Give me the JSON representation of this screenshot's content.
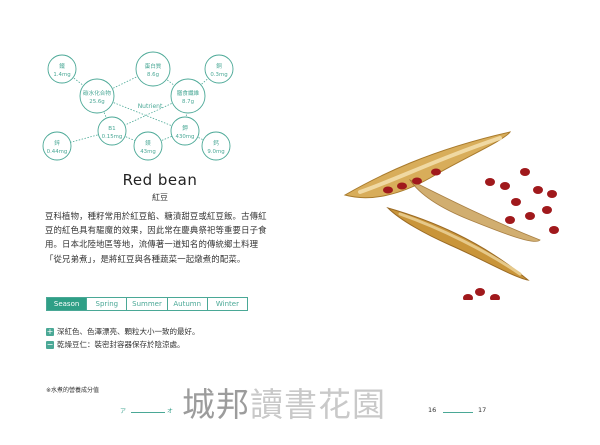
{
  "nutrients": {
    "center_label": "Nutrient",
    "items": [
      {
        "name": "鐵",
        "value": "1.4mg"
      },
      {
        "name": "蛋白質",
        "value": "8.6g"
      },
      {
        "name": "銅",
        "value": "0.3mg"
      },
      {
        "name": "碳水化合物",
        "value": "25.6g"
      },
      {
        "name": "膳食纖維",
        "value": "8.7g"
      },
      {
        "name": "B1",
        "value": "0.15mg"
      },
      {
        "name": "鉀",
        "value": "430mg"
      },
      {
        "name": "鋅",
        "value": "0.44mg"
      },
      {
        "name": "鎂",
        "value": "43mg"
      },
      {
        "name": "鈣",
        "value": "9.0mg"
      }
    ]
  },
  "title": "Red bean",
  "subtitle": "紅豆",
  "body": "豆科植物，種籽常用於紅豆餡、糖漬甜豆或紅豆飯。古傳紅豆的紅色具有驅魔的效果，因此常在慶典祭祀等重要日子食用。日本北陸地區等地，流傳著一道知名的傳統鄉土料理「從兄弟煮」，是將紅豆與各種蔬菜一起燉煮的配菜。",
  "seasons": {
    "tabs": [
      "Season",
      "Spring",
      "Summer",
      "Autumn",
      "Winter"
    ],
    "active": "Season"
  },
  "tips": [
    {
      "mark": "+",
      "text": "深紅色、色澤漂亮、顆粒大小一致的最好。"
    },
    {
      "mark": "−",
      "text": "乾燥豆仁：裝密封容器保存於陰涼處。"
    }
  ],
  "footnote": "※水煮的營養成分值",
  "footer": {
    "index_left": "ア",
    "index_right": "オ",
    "page_left": "16",
    "page_right": "17"
  },
  "watermark": {
    "part1": "城邦",
    "part2": "讀書花園"
  },
  "colors": {
    "accent": "#4aa896",
    "accent_dark": "#2f9f86",
    "bean": "#a0191c",
    "pod": "#c9953a"
  }
}
